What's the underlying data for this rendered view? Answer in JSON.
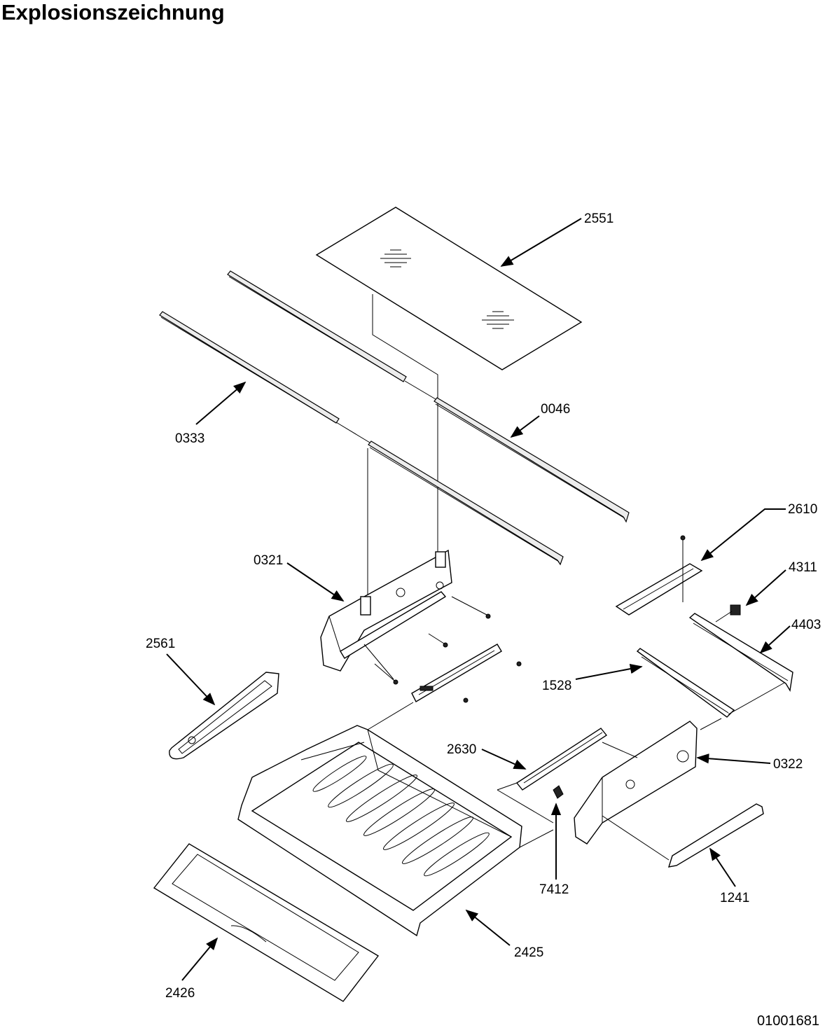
{
  "title": "Explosionszeichnung",
  "doc_number": "01001681",
  "parts": {
    "p2551": "2551",
    "p0333": "0333",
    "p0046": "0046",
    "p2610": "2610",
    "p0321": "0321",
    "p4311": "4311",
    "p4403": "4403",
    "p2561": "2561",
    "p1528": "1528",
    "p2630": "2630",
    "p0322": "0322",
    "p7412": "7412",
    "p1241": "1241",
    "p2425": "2425",
    "p2426": "2426"
  }
}
